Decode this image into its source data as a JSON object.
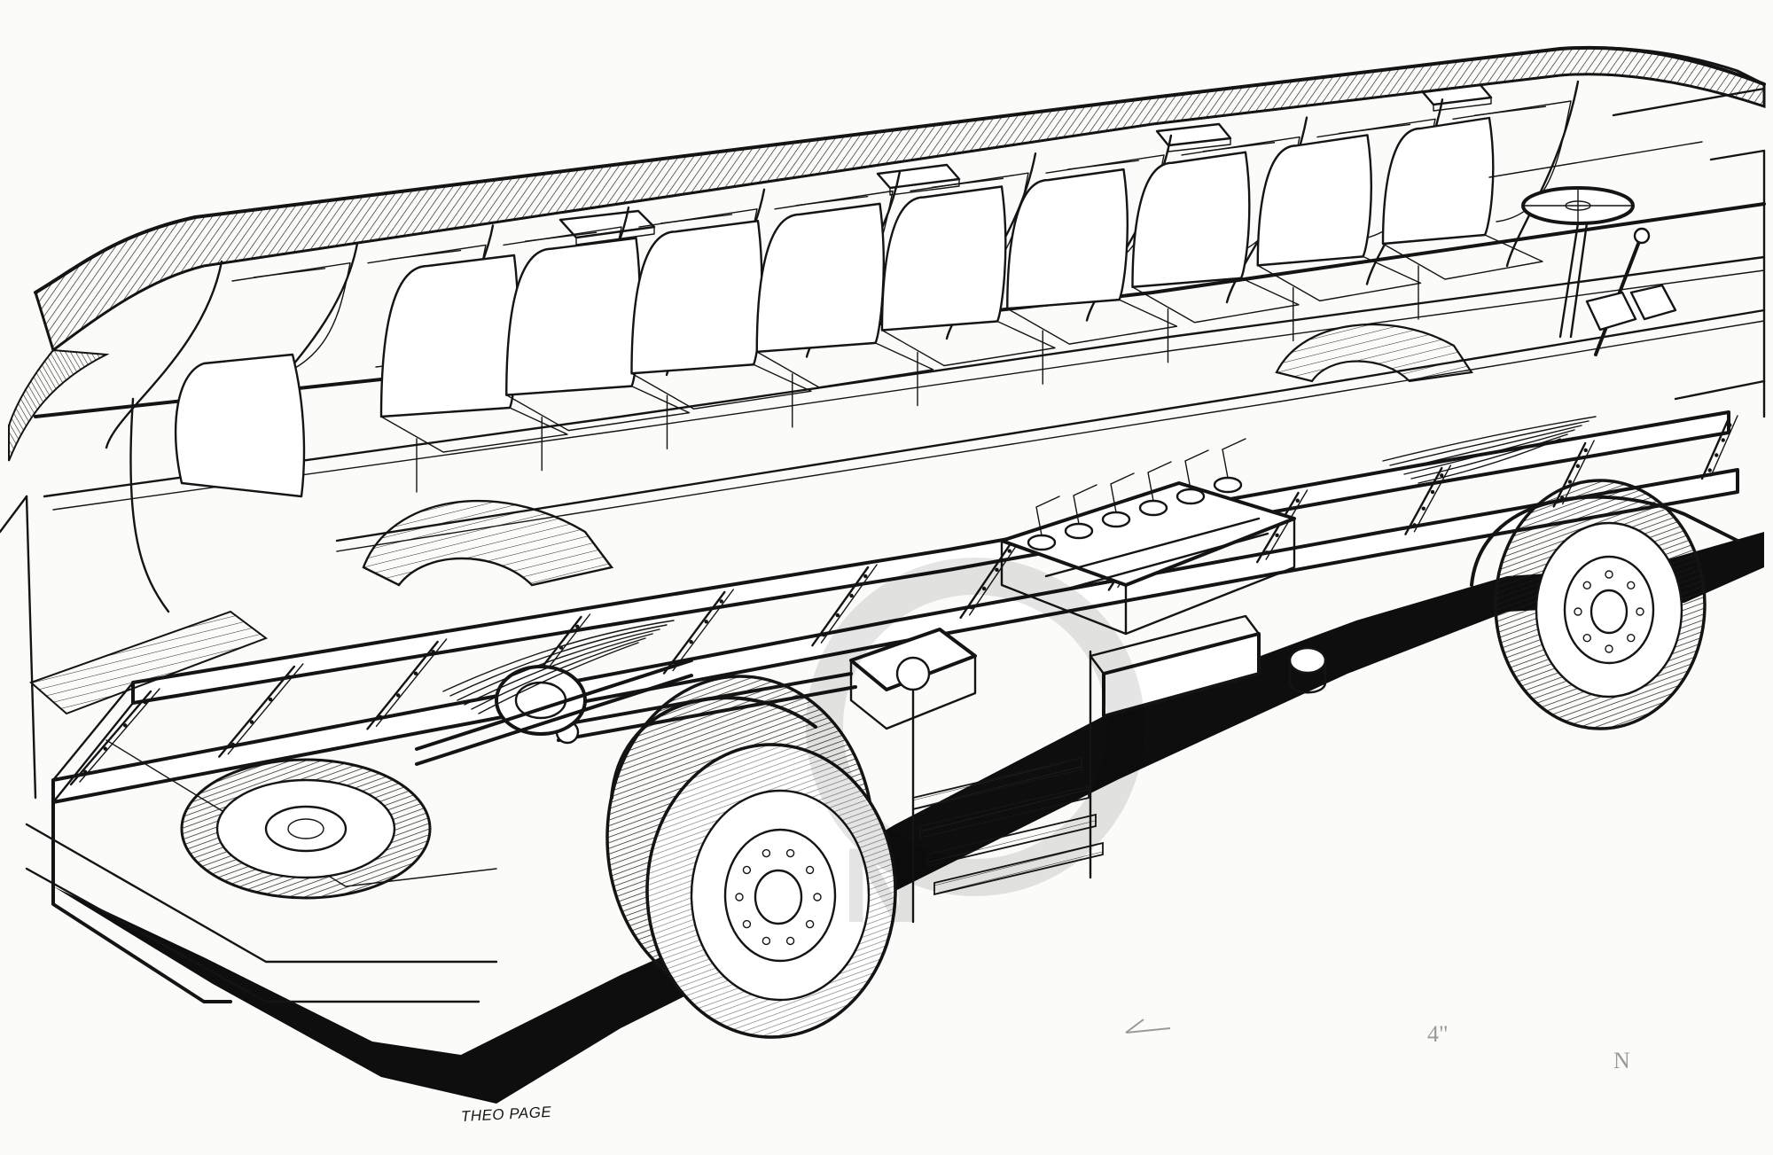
{
  "artwork": {
    "subject": "cutaway-coach-chassis",
    "signature": "THEO PAGE",
    "pencil_marks": [
      "4\"",
      "N"
    ],
    "ink_color": "#141414",
    "paper_color": "#fbfbf9",
    "shadow_color": "#0e0e0e",
    "watermark_opacity": 0.1
  }
}
